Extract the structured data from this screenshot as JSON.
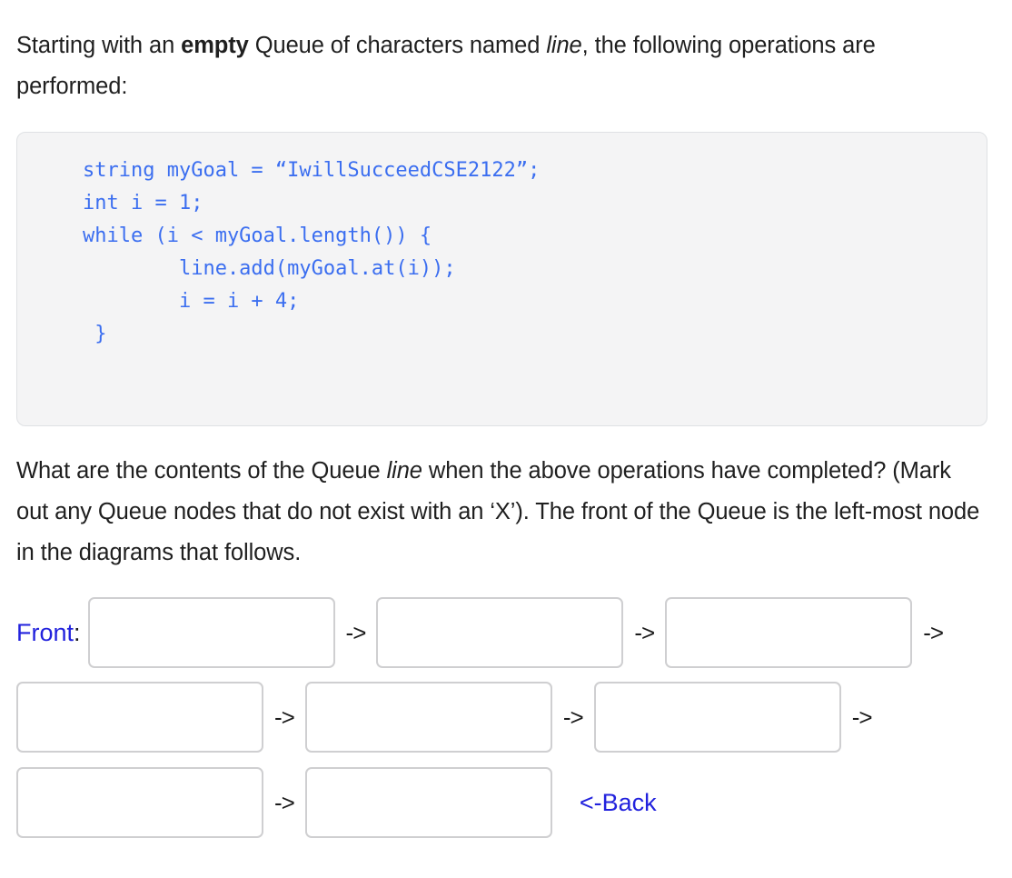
{
  "intro": {
    "segments": [
      {
        "text": "Starting with an ",
        "style": "normal"
      },
      {
        "text": "empty",
        "style": "bold"
      },
      {
        "text": " Queue of characters named ",
        "style": "normal"
      },
      {
        "text": "line",
        "style": "italic"
      },
      {
        "text": ", the following operations are performed:",
        "style": "normal"
      }
    ],
    "plain": "Starting with an empty Queue of characters named line, the following operations are performed:"
  },
  "code": {
    "language": "cpp",
    "text": "string myGoal = “IwillSucceedCSE2122”;\nint i = 1;\nwhile (i < myGoal.length()) {\n        line.add(myGoal.at(i));\n        i = i + 4;\n }",
    "lines": [
      "string myGoal = “IwillSucceedCSE2122”;",
      "int i = 1;",
      "while (i < myGoal.length()) {",
      "        line.add(myGoal.at(i));",
      "        i = i + 4;",
      " }"
    ],
    "text_color": "#3b6ef0",
    "background_color": "#f4f4f5"
  },
  "question": {
    "segments": [
      {
        "text": "What are the contents of the Queue ",
        "style": "normal"
      },
      {
        "text": "line",
        "style": "italic"
      },
      {
        "text": " when the above operations have completed? (Mark out any Queue nodes that do not exist with an ‘X’).  The front of the Queue is the left-most node in the diagrams that follows.",
        "style": "normal"
      }
    ],
    "plain": "What are the contents of the Queue line when the above operations have completed? (Mark out any Queue nodes that do not exist with an ‘X’).  The front of the Queue is the left-most node in the diagrams that follows."
  },
  "diagram": {
    "front_label": "Front",
    "front_colon": ":",
    "back_label": "<-Back",
    "arrow": "->",
    "label_color": "#2222dd",
    "node_border_color": "#cfcfd1",
    "rows": [
      {
        "has_front_label": true,
        "has_back_label": false,
        "nodes": [
          {
            "value": ""
          },
          {
            "value": ""
          },
          {
            "value": ""
          }
        ],
        "trailing_arrow": true
      },
      {
        "has_front_label": false,
        "has_back_label": false,
        "nodes": [
          {
            "value": ""
          },
          {
            "value": ""
          },
          {
            "value": ""
          }
        ],
        "trailing_arrow": true
      },
      {
        "has_front_label": false,
        "has_back_label": true,
        "nodes": [
          {
            "value": ""
          },
          {
            "value": ""
          }
        ],
        "trailing_arrow": false
      }
    ]
  }
}
